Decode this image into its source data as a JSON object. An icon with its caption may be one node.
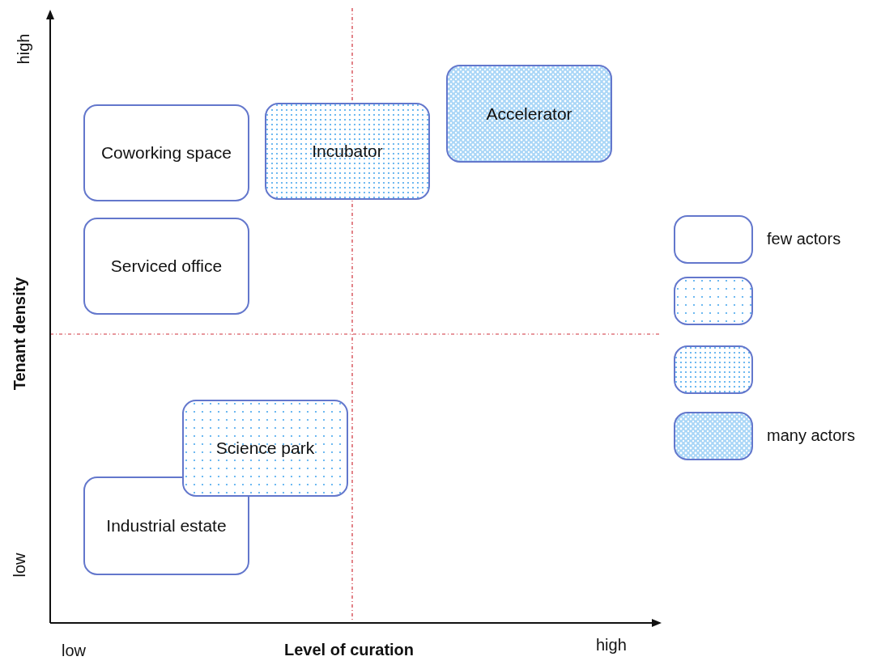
{
  "diagram": {
    "nodes": [
      {
        "text": [
          "Accelerator"
        ]
      },
      {
        "text": [
          "Coworking space"
        ]
      },
      {
        "text": [
          "Incubator"
        ]
      },
      {
        "text": [
          "Serviced office"
        ]
      },
      {
        "text": [
          "Science park"
        ]
      },
      {
        "text": [
          "Industrial estate"
        ]
      }
    ],
    "edges": [],
    "labels": [
      "high",
      "Tenant density",
      "low",
      "low",
      "Level of curation",
      "high"
    ],
    "legend": [
      {
        "text": "few actors"
      },
      {
        "text": "many actors"
      }
    ]
  }
}
